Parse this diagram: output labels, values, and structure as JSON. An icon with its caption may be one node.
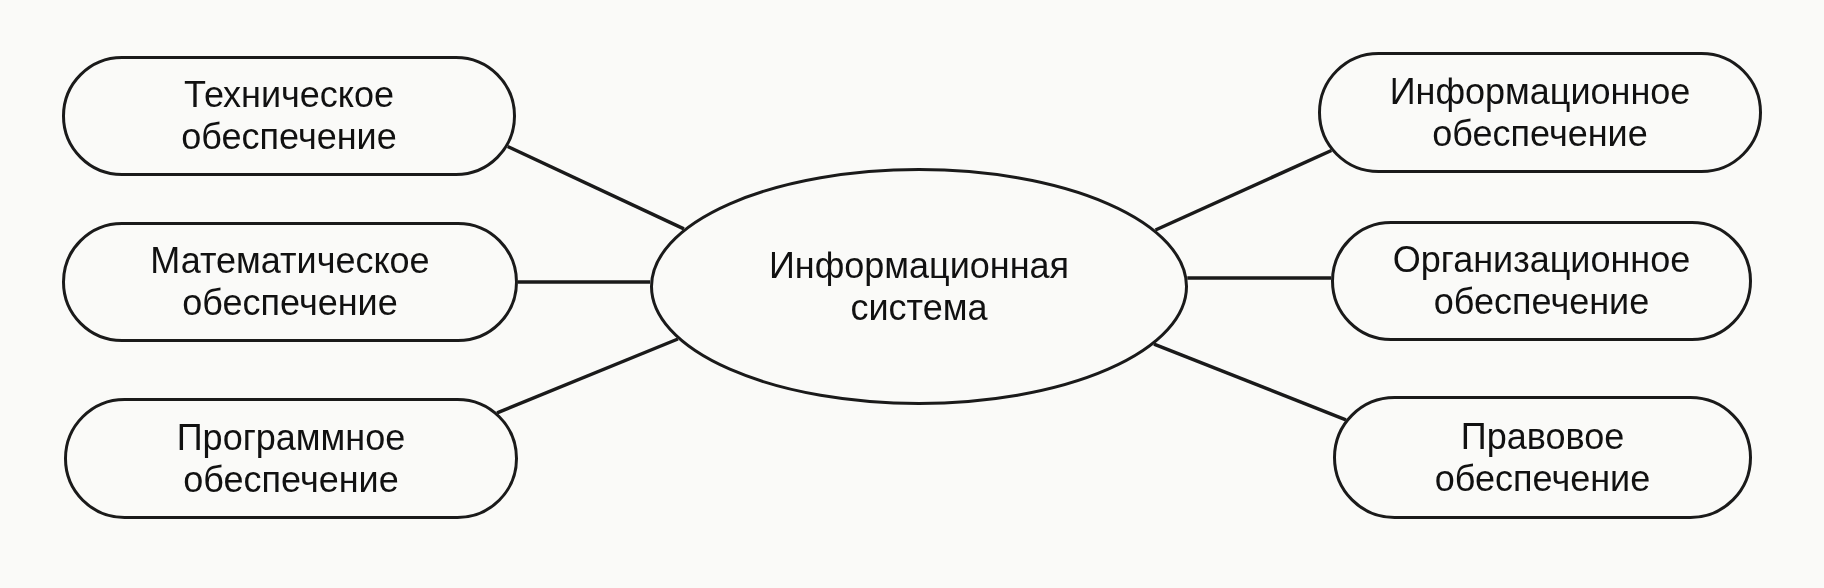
{
  "diagram": {
    "nodes": [
      {
        "text": [
          "Техническое обеспечение"
        ]
      },
      {
        "text": [
          "Информационное обеспечение"
        ]
      },
      {
        "text": [
          "Математическое обеспечение"
        ]
      },
      {
        "text": [
          "Информационная система"
        ]
      },
      {
        "text": [
          "Организационное обеспечение"
        ]
      },
      {
        "text": [
          "Программное обеспечение"
        ]
      },
      {
        "text": [
          "Правовое обеспечение"
        ]
      }
    ],
    "edges": [
      {
        "from": 3,
        "to": 0,
        "arrow": "none"
      },
      {
        "from": 3,
        "to": 1,
        "arrow": "none"
      },
      {
        "from": 3,
        "to": 2,
        "arrow": "none"
      },
      {
        "from": 3,
        "to": 4,
        "arrow": "none"
      },
      {
        "from": 3,
        "to": 5,
        "arrow": "none"
      },
      {
        "from": 3,
        "to": 6,
        "arrow": "none"
      }
    ]
  }
}
